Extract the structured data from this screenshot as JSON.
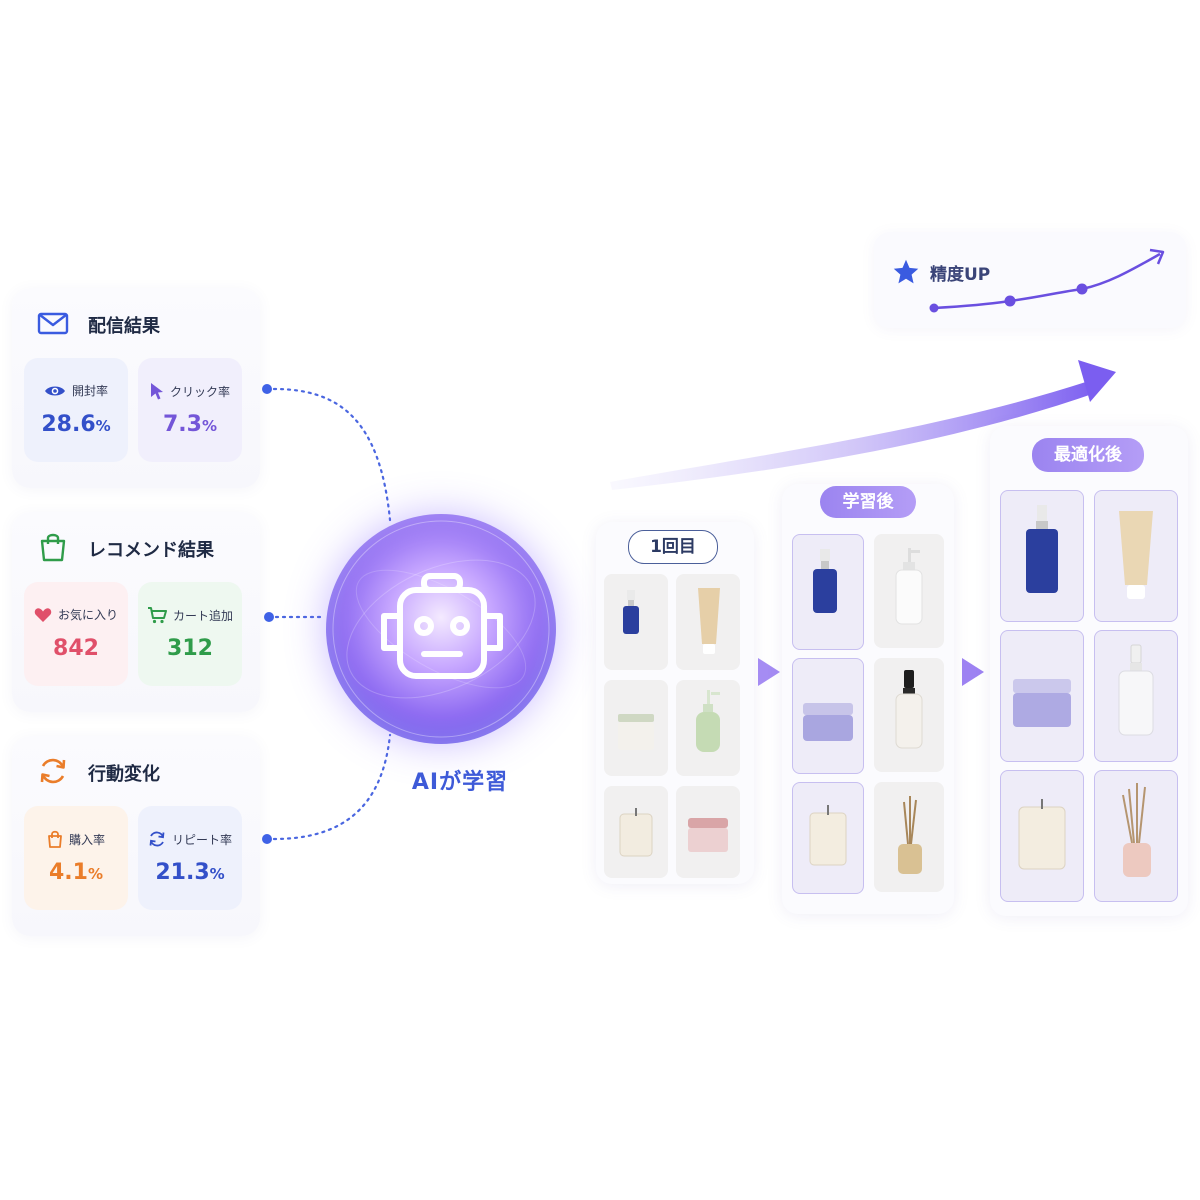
{
  "groups": {
    "delivery": {
      "title": "配信結果",
      "metrics": [
        {
          "label": "開封率",
          "value": "28.6",
          "unit": "%",
          "color": "#3350c9"
        },
        {
          "label": "クリック率",
          "value": "7.3",
          "unit": "%",
          "color": "#7456d8"
        }
      ]
    },
    "recommend": {
      "title": "レコメンド結果",
      "metrics": [
        {
          "label": "お気に入り",
          "value": "842",
          "unit": "",
          "color": "#e0506a"
        },
        {
          "label": "カート追加",
          "value": "312",
          "unit": "",
          "color": "#2f9c4a"
        }
      ]
    },
    "behavior": {
      "title": "行動変化",
      "metrics": [
        {
          "label": "購入率",
          "value": "4.1",
          "unit": "%",
          "color": "#ea7d2a"
        },
        {
          "label": "リピート率",
          "value": "21.3",
          "unit": "%",
          "color": "#3350c9"
        }
      ]
    }
  },
  "ai": {
    "label": "AIが学習"
  },
  "stages": {
    "first": {
      "label": "1回目"
    },
    "learned": {
      "label": "学習後"
    },
    "optimized": {
      "label": "最適化後"
    }
  },
  "precision": {
    "label": "精度UP"
  }
}
